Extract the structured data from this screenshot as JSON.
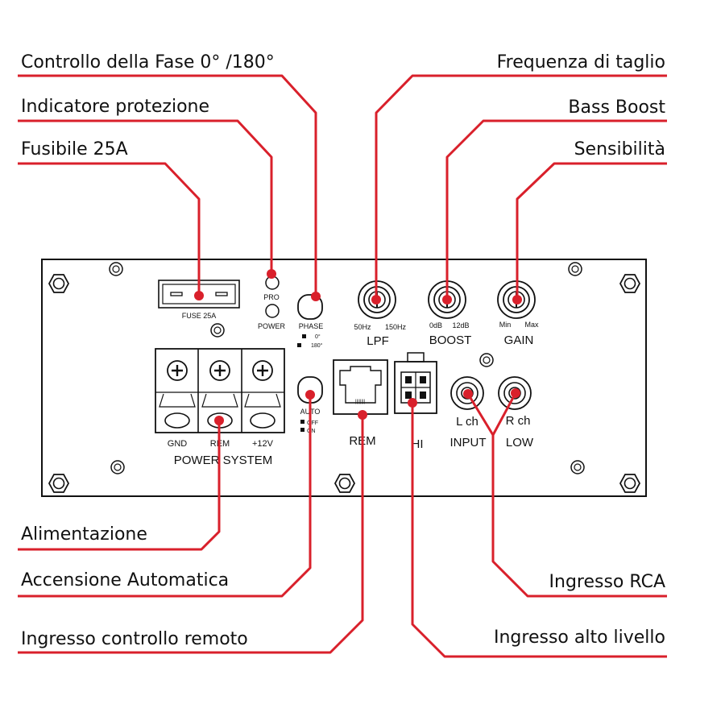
{
  "callouts": {
    "phase_control": "Controllo della Fase 0° /180°",
    "protection_indicator": "Indicatore protezione",
    "fuse": "Fusibile 25A",
    "crossover_frequency": "Frequenza di taglio",
    "bass_boost": "Bass Boost",
    "sensitivity": "Sensibilità",
    "power_supply": "Alimentazione",
    "auto_power_on": "Accensione Automatica",
    "remote_control_input": "Ingresso controllo remoto",
    "rca_input": "Ingresso RCA",
    "high_level_input": "Ingresso alto livello"
  },
  "panel": {
    "fuse_label": "FUSE 25A",
    "pro_label": "PRO",
    "power_label": "POWER",
    "phase_label": "PHASE",
    "phase_0": "0°",
    "phase_180": "180°",
    "auto_label": "AUTO",
    "auto_off": "OFF",
    "auto_on": "ON",
    "lpf_min": "50Hz",
    "lpf_max": "150Hz",
    "lpf_label": "LPF",
    "boost_min": "0dB",
    "boost_max": "12dB",
    "boost_label": "BOOST",
    "gain_min": "Min",
    "gain_max": "Max",
    "gain_label": "GAIN",
    "gnd_label": "GND",
    "rem_terminal_label": "REM",
    "v12_label": "+12V",
    "power_system_label": "POWER SYSTEM",
    "rem_port_label": "REM",
    "hi_label": "HI",
    "lch_label": "L ch",
    "rch_label": "R ch",
    "input_label": "INPUT",
    "low_label": "LOW"
  },
  "colors": {
    "callout_line": "#d9202b",
    "ink": "#111111",
    "background": "#ffffff"
  }
}
